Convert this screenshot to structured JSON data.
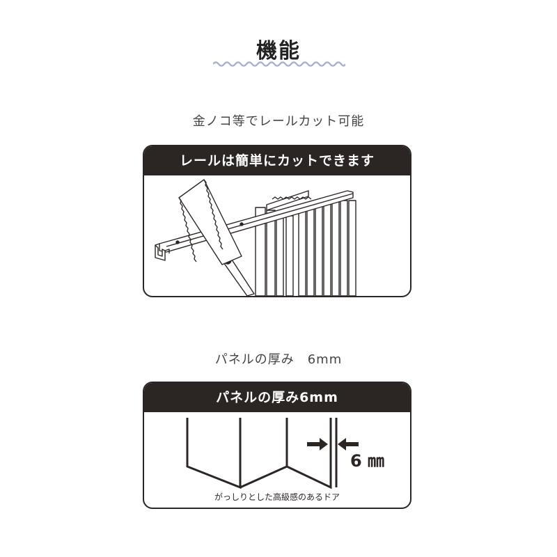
{
  "section": {
    "title": "機能"
  },
  "feature_rail": {
    "caption": "金ノコ等でレールカット可能",
    "card_title": "レールは簡単にカットできます"
  },
  "feature_panel": {
    "caption": "パネルの厚み　6mm",
    "card_title": "パネルの厚み6mm",
    "thickness_label": "6 ㎜",
    "footnote": "がっしりとした高級感のあるドア"
  },
  "colors": {
    "dark": "#2b2523",
    "wave": "#a9b3cf",
    "text": "#444444"
  }
}
